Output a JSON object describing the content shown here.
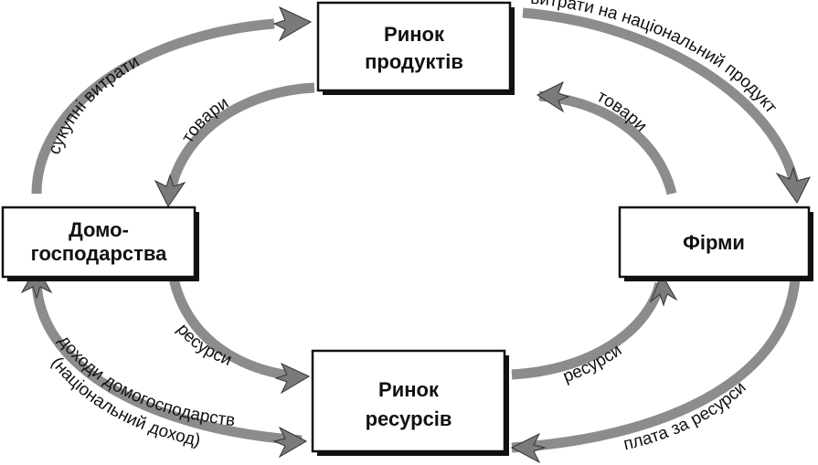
{
  "nodes": {
    "product_market": [
      "Ринок",
      "продуктів"
    ],
    "resource_market": [
      "Ринок",
      "ресурсів"
    ],
    "households": [
      "Домо-",
      "господарства"
    ],
    "firms": [
      "Фірми"
    ]
  },
  "flows": {
    "aggregate_spending": "сукупні витрати",
    "spending_on_national_product": "витрати на національний продукт",
    "goods_to_households": "товари",
    "goods_from_firms": "товари",
    "resources_from_households": "ресурси",
    "resources_to_firms": "ресурси",
    "resource_payments": "плата за ресурси",
    "household_income": "доходи домогосподарств",
    "national_income": "(національний доход)"
  },
  "colors": {
    "flow": "#8c8c8c",
    "box_border": "#111111",
    "text": "#111111"
  }
}
